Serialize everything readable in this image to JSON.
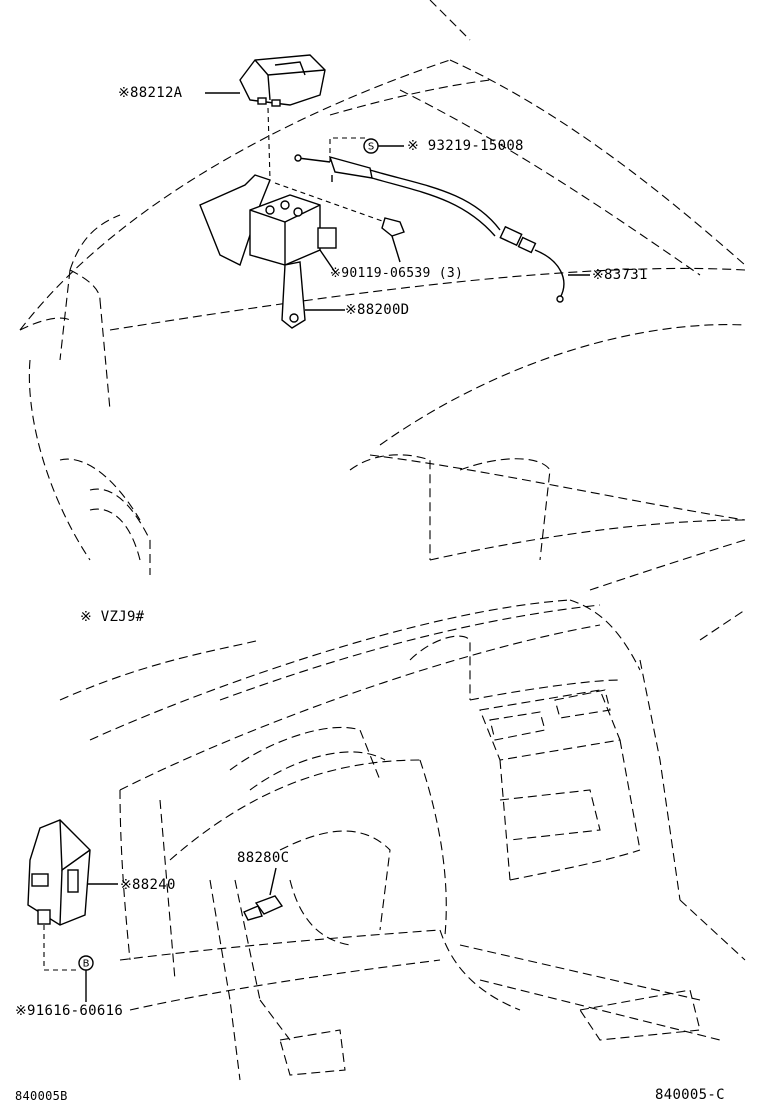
{
  "top_section": {
    "parts": [
      {
        "id": "p1",
        "label": "※88212A"
      },
      {
        "id": "p2",
        "label": "93219-15008",
        "symbol": "S"
      },
      {
        "id": "p3",
        "label": "※90119-06539 (3)"
      },
      {
        "id": "p4",
        "label": "※83731"
      },
      {
        "id": "p5",
        "label": "※88200D"
      }
    ]
  },
  "bottom_section": {
    "note": "※ VZJ9#",
    "parts": [
      {
        "id": "p6",
        "label": "88280C"
      },
      {
        "id": "p7",
        "label": "※88240"
      },
      {
        "id": "p8",
        "label": "※91616-60616",
        "symbol": "B"
      }
    ]
  },
  "footer": {
    "left_code": "840005B",
    "right_code": "840005-C"
  },
  "markers": {
    "asterisk": "※"
  }
}
